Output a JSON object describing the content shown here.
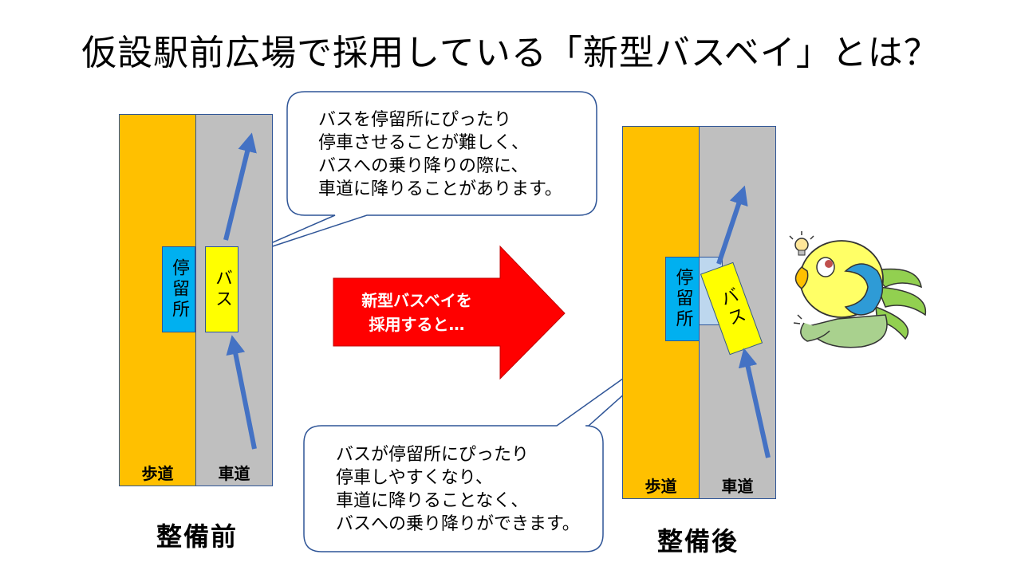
{
  "title": "仮設駅前広場で採用している「新型バスベイ」とは？",
  "before": {
    "caption": "整備前",
    "sidewalk_label": "歩道",
    "roadway_label": "車道",
    "stop_label": "停留所",
    "bus_label": "バス",
    "callout": "バスを停留所にぴったり\n停車させることが難しく、\nバスへの乗り降りの際に、\n車道に降りることがあります。"
  },
  "after": {
    "caption": "整備後",
    "sidewalk_label": "歩道",
    "roadway_label": "車道",
    "stop_label": "停留所",
    "bus_label": "バス",
    "callout": "バスが停留所にぴったり\n停車しやすくなり、\n車道に降りることなく、\nバスへの乗り降りができます。"
  },
  "transition_arrow": {
    "line1": "新型バスベイを",
    "line2": "採用すると…"
  },
  "colors": {
    "sidewalk": "#FFC000",
    "roadway": "#BFBFBF",
    "stop": "#00B0F0",
    "bus": "#FFFF00",
    "direction_arrow": "#4472C4",
    "transition_arrow": "#FF0000",
    "outline": "#2F5597"
  },
  "icons": {
    "mascot": "bird-mascot-icon",
    "idea": "lightbulb-icon"
  }
}
